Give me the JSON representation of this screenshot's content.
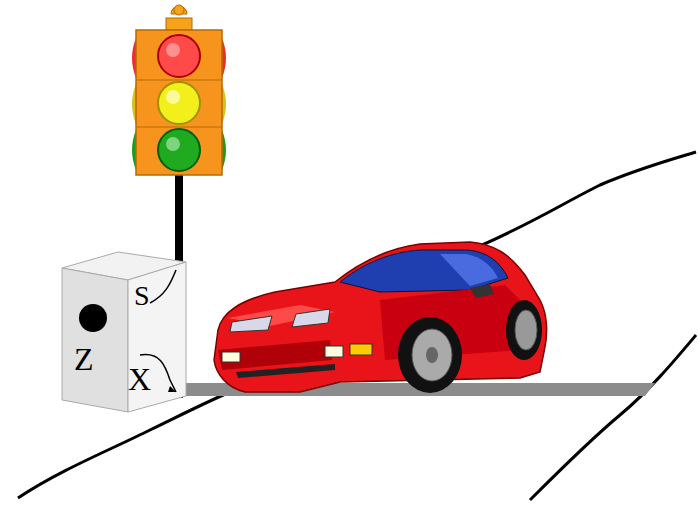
{
  "diagram": {
    "nodes": [
      {
        "text": [
          "S",
          "Z",
          "X"
        ]
      }
    ]
  }
}
